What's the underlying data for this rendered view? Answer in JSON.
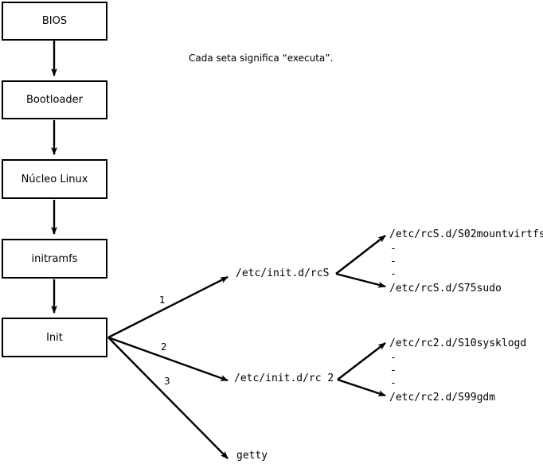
{
  "diagram": {
    "title_note": "Cada seta significa “executa”.",
    "boot_chain": [
      {
        "label": "BIOS"
      },
      {
        "label": "Bootloader"
      },
      {
        "label": "Núcleo Linux"
      },
      {
        "label": "initramfs"
      },
      {
        "label": "Init"
      }
    ],
    "branches": [
      {
        "number": "1",
        "target": "/etc/init.d/rcS"
      },
      {
        "number": "2",
        "target": "/etc/init.d/rc 2"
      },
      {
        "number": "3",
        "target": "getty"
      }
    ],
    "rcS_scripts": {
      "first": "/etc/rcS.d/S02mountvirtfs",
      "ellipsis": [
        "-",
        "-",
        "-"
      ],
      "last": "/etc/rcS.d/S75sudo"
    },
    "rc2_scripts": {
      "first": "/etc/rc2.d/S10sysklogd",
      "ellipsis": [
        "-",
        "-",
        "-"
      ],
      "last": "/etc/rc2.d/S99gdm"
    },
    "colors": {
      "stroke": "#000000",
      "fill": "#ffffff",
      "text": "#000000"
    }
  }
}
